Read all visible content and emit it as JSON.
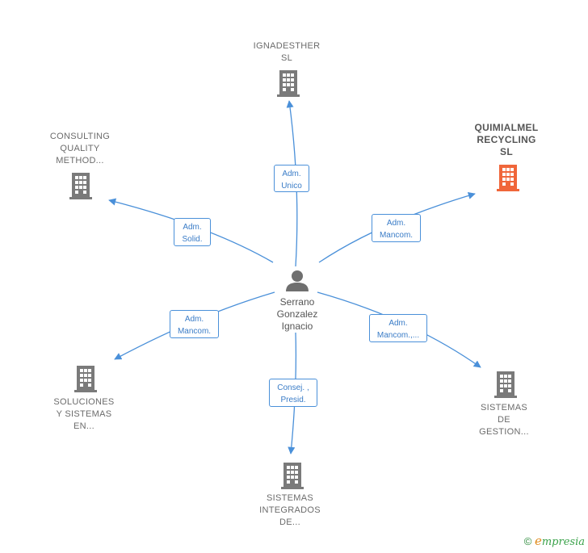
{
  "center": {
    "name_lines": [
      "Serrano",
      "Gonzalez",
      "Ignacio"
    ]
  },
  "companies": [
    {
      "id": "ignadesther",
      "lines": [
        "IGNADESTHER",
        "SL"
      ],
      "highlight": false
    },
    {
      "id": "quimialmel",
      "lines": [
        "QUIMIALMEL",
        "RECYCLING",
        "SL"
      ],
      "highlight": true
    },
    {
      "id": "consulting",
      "lines": [
        "CONSULTING",
        "QUALITY",
        "METHOD..."
      ],
      "highlight": false
    },
    {
      "id": "soluciones",
      "lines": [
        "SOLUCIONES",
        "Y SISTEMAS",
        "EN..."
      ],
      "highlight": false
    },
    {
      "id": "sistemas-gestion",
      "lines": [
        "SISTEMAS",
        "DE",
        "GESTION..."
      ],
      "highlight": false
    },
    {
      "id": "sistemas-integrados",
      "lines": [
        "SISTEMAS",
        "INTEGRADOS",
        "DE..."
      ],
      "highlight": false
    }
  ],
  "relations": [
    {
      "target": "ignadesther",
      "lines": [
        "Adm.",
        "Unico"
      ]
    },
    {
      "target": "quimialmel",
      "lines": [
        "Adm.",
        "Mancom."
      ]
    },
    {
      "target": "consulting",
      "lines": [
        "Adm.",
        "Solid."
      ]
    },
    {
      "target": "soluciones",
      "lines": [
        "Adm.",
        "Mancom."
      ]
    },
    {
      "target": "sistemas-gestion",
      "lines": [
        "Adm.",
        "Mancom.,..."
      ]
    },
    {
      "target": "sistemas-integrados",
      "lines": [
        "Consej. ,",
        "Presid."
      ]
    }
  ],
  "colors": {
    "edge": "#4a90d9",
    "building": "#7a7a7a",
    "building_highlight": "#f0663a",
    "person": "#6f6f6f"
  },
  "footer": {
    "copyright": "©",
    "brand_initial": "e",
    "brand_rest": "mpresia"
  }
}
